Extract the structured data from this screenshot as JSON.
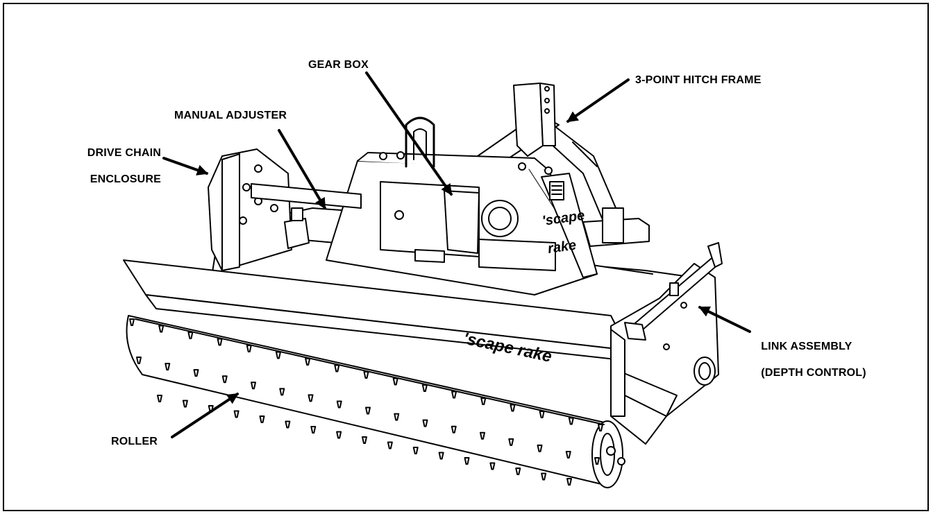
{
  "labels": {
    "gear_box": "GEAR BOX",
    "hitch_frame": "3-POINT HITCH FRAME",
    "manual_adjuster": "MANUAL ADJUSTER",
    "drive_chain_line1": "DRIVE CHAIN",
    "drive_chain_line2": "ENCLOSURE",
    "link_line1": "LINK ASSEMBLY",
    "link_line2": "(DEPTH CONTROL)",
    "roller": "ROLLER"
  },
  "decals": {
    "side_top": "'scape",
    "side_bottom": "rake",
    "front": "'scape rake"
  },
  "colors": {
    "line": "#000000",
    "background": "#ffffff",
    "fill": "#ffffff"
  }
}
